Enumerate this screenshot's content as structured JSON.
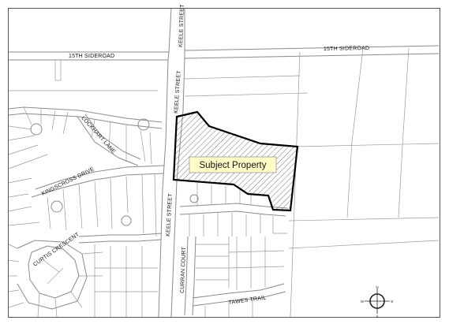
{
  "map": {
    "subject_label": "Subject Property",
    "roads": {
      "sideroad_west": "15TH SIDEROAD",
      "sideroad_east": "15TH SIDEROAD",
      "keele_north": "KEELE STREET",
      "keele_mid": "KEELE STREET",
      "keele_south": "KEELE STREET",
      "lockhart": "LOCKHART LANE",
      "kingscross": "KINGSCROSS DRIVE",
      "curtis": "CURTIS CRESCENT",
      "curran": "CURRAN COURT",
      "tawes": "TAWES TRAIL"
    },
    "compass": {
      "north": "N",
      "east": "E",
      "south": "S",
      "west": "W"
    },
    "colors": {
      "subject_fill": "#fffcc8",
      "subject_border": "#000000",
      "lines": "#9a9a9a"
    }
  }
}
